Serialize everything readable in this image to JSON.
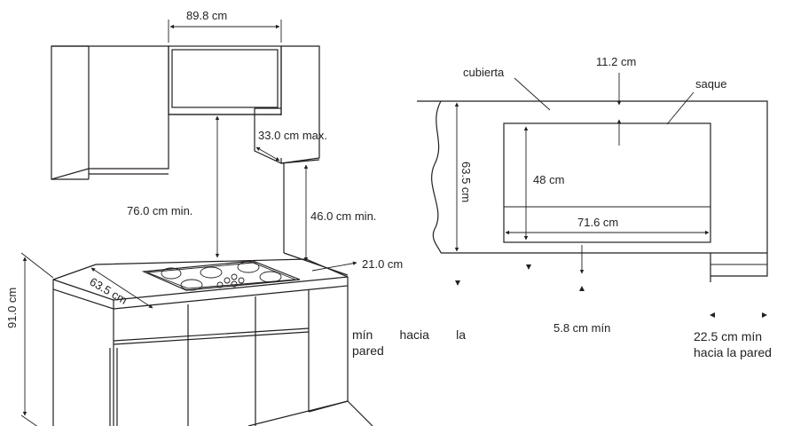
{
  "left": {
    "width_label": "89.8 cm",
    "hood_depth_label": "33.0 cm max.",
    "clearance_label": "76.0 cm min.",
    "side_clearance_label": "46.0 cm min.",
    "wall_gap_label": "21.0 cm",
    "counter_depth_label": "63.5 cm",
    "height_label": "91.0 cm",
    "wall_note_line1": "mín   hacia   la",
    "wall_note_line2": "pared"
  },
  "right": {
    "cubierta_label": "cubierta",
    "saque_label": "saque",
    "top_gap_label": "11.2 cm",
    "depth_label": "63.5 cm",
    "cutout_depth_label": "48 cm",
    "cutout_width_label": "71.6 cm",
    "front_min_label": "5.8 cm mín",
    "wall_min_line1": "22.5 cm mín",
    "wall_min_line2": "hacia la pared"
  }
}
